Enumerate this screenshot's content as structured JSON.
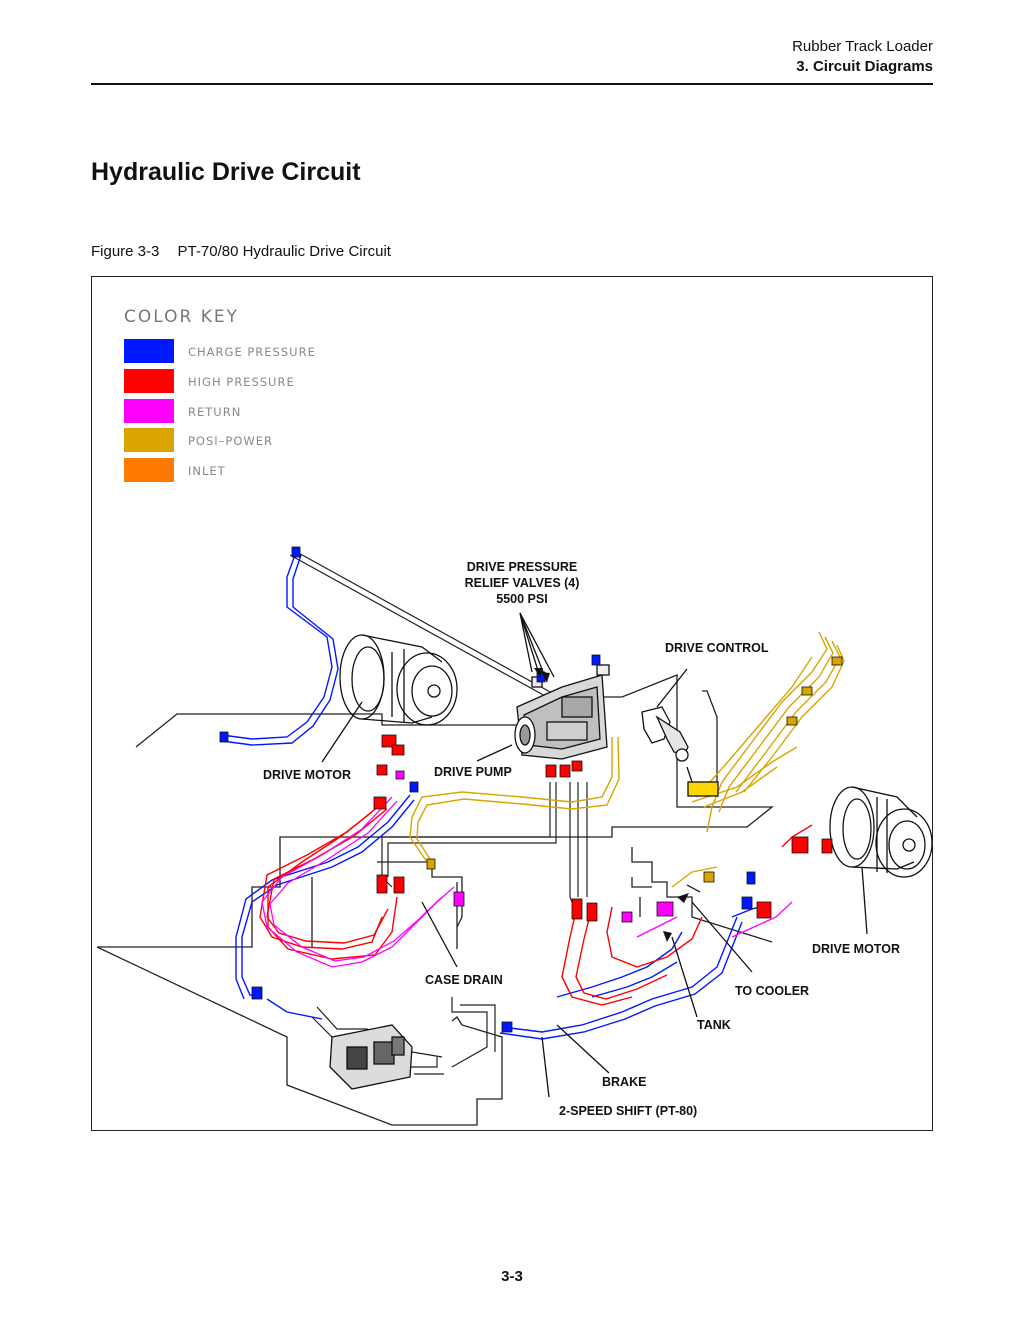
{
  "header": {
    "manual": "Rubber Track Loader",
    "section": "3. Circuit Diagrams"
  },
  "page_title": "Hydraulic Drive Circuit",
  "figure": {
    "number": "Figure 3-3",
    "caption": "PT-70/80 Hydraulic Drive Circuit"
  },
  "color_key": {
    "title": "COLOR KEY",
    "items": [
      {
        "label": "CHARGE PRESSURE",
        "color": "#0018ff"
      },
      {
        "label": "HIGH PRESSURE",
        "color": "#ff0000"
      },
      {
        "label": "RETURN",
        "color": "#ff00ff"
      },
      {
        "label": "POSI–POWER",
        "color": "#d9a400"
      },
      {
        "label": "INLET",
        "color": "#ff7a00"
      }
    ]
  },
  "callouts": {
    "relief_valves_1": "DRIVE PRESSURE",
    "relief_valves_2": "RELIEF VALVES (4)",
    "relief_valves_3": "5500 PSI",
    "drive_control": "DRIVE CONTROL",
    "drive_motor_left": "DRIVE MOTOR",
    "drive_pump": "DRIVE PUMP",
    "drive_motor_right": "DRIVE MOTOR",
    "case_drain": "CASE DRAIN",
    "to_cooler": "TO COOLER",
    "tank": "TANK",
    "brake": "BRAKE",
    "two_speed": "2-SPEED SHIFT (PT-80)"
  },
  "page_number": "3-3"
}
